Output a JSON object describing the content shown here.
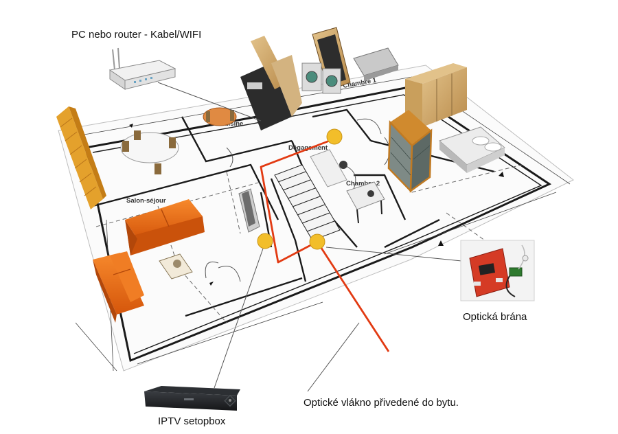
{
  "captions": {
    "router": "PC nebo router - Kabel/WIFI",
    "gateway": "Optická brána",
    "fiber": "Optické vlákno přivedené do bytu.",
    "setopbox": "IPTV setopbox"
  },
  "plan_labels": {
    "salon": "Salon-séjour",
    "cuisine": "Cuisine",
    "chambre1": "Chambre 1",
    "chambre2": "Chambre 2",
    "degagement": "Dégagement"
  },
  "colors": {
    "fiber": "#e23a12",
    "node": "#f2be2a",
    "sofa": "#ec6d16",
    "wall": "#1a1a1a"
  },
  "icons": {
    "router": "wifi-router-icon",
    "gateway": "optical-gateway-board-icon",
    "setopbox": "iptv-setopbox-icon"
  }
}
